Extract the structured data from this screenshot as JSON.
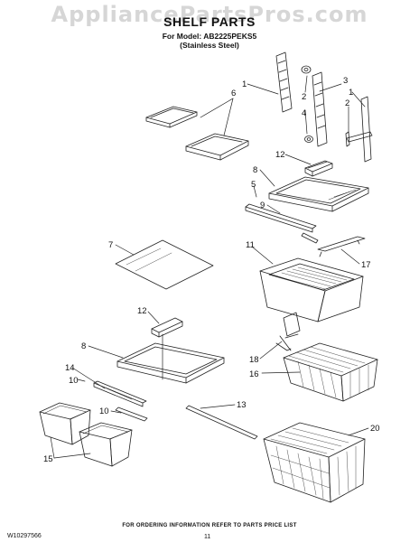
{
  "watermark": "AppliancePartsPros.com",
  "header": {
    "title": "SHELF PARTS",
    "model_line": "For Model: AB2225PEKS5",
    "finish_line": "(Stainless Steel)"
  },
  "callouts": [
    "1",
    "6",
    "2",
    "4",
    "3",
    "1",
    "2",
    "12",
    "8",
    "5",
    "9",
    "7",
    "11",
    "17",
    "12",
    "8",
    "18",
    "14",
    "10",
    "16",
    "10",
    "13",
    "15",
    "20"
  ],
  "footer": {
    "note": "FOR ORDERING INFORMATION REFER TO PARTS PRICE LIST",
    "doc_number": "W10297566",
    "page": "11"
  }
}
